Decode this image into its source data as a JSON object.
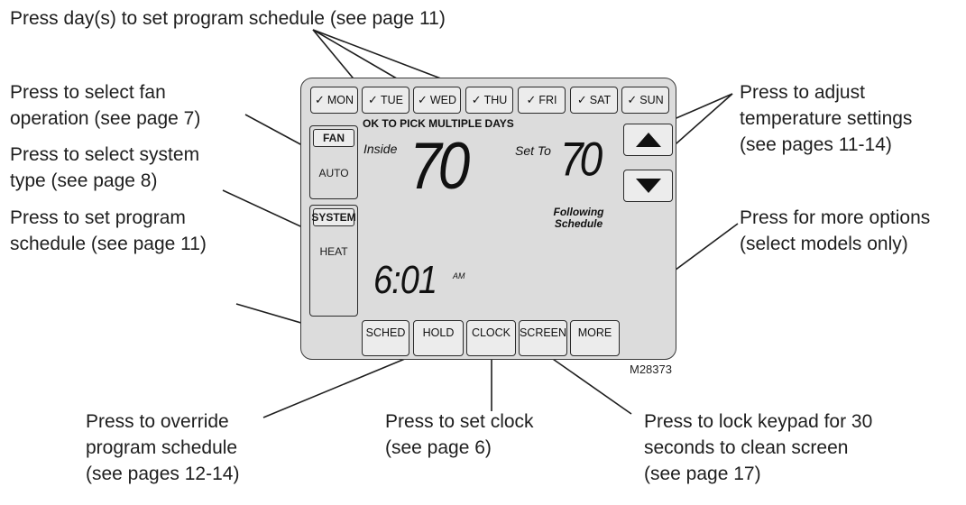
{
  "callouts": {
    "days": [
      "Press day(s) to set program schedule (see page 11)"
    ],
    "fan": [
      "Press to select fan",
      "operation (see page 7)"
    ],
    "system": [
      "Press to select system",
      "type (see page 8)"
    ],
    "sched": [
      "Press to set program",
      "schedule (see page 11)"
    ],
    "hold": [
      "Press to override",
      "program schedule",
      "(see pages 12-14)"
    ],
    "clock": [
      "Press to set clock",
      "(see page 6)"
    ],
    "screen": [
      "Press to lock keypad for 30",
      "seconds to clean screen",
      "(see page 17)"
    ],
    "temp": [
      "Press to adjust",
      "temperature settings",
      "(see pages 11-14)"
    ],
    "more": [
      "Press for more options",
      "(select models only)"
    ]
  },
  "display": {
    "check": "✓",
    "days": [
      "MON",
      "TUE",
      "WED",
      "THU",
      "FRI",
      "SAT",
      "SUN"
    ],
    "pick_multiple": "OK TO PICK MULTIPLE DAYS",
    "inside_label": "Inside",
    "inside_temp": "70",
    "set_to_label": "Set To",
    "set_temp": "70",
    "status_lines": [
      "Following",
      "Schedule"
    ],
    "fan_tag": "FAN",
    "fan_value": "AUTO",
    "system_tag": "SYSTEM",
    "system_value": "HEAT",
    "time": "6:01",
    "am": "AM",
    "bottom_buttons": [
      "SCHED",
      "HOLD",
      "CLOCK",
      "SCREEN",
      "MORE"
    ]
  },
  "model_number": "M28373",
  "icons": {
    "up": "triangle-up-icon",
    "down": "triangle-down-icon"
  },
  "colors": {
    "device_bg": "#dcdcdc",
    "button_bg": "#ececec",
    "line": "#1e1e1e"
  }
}
